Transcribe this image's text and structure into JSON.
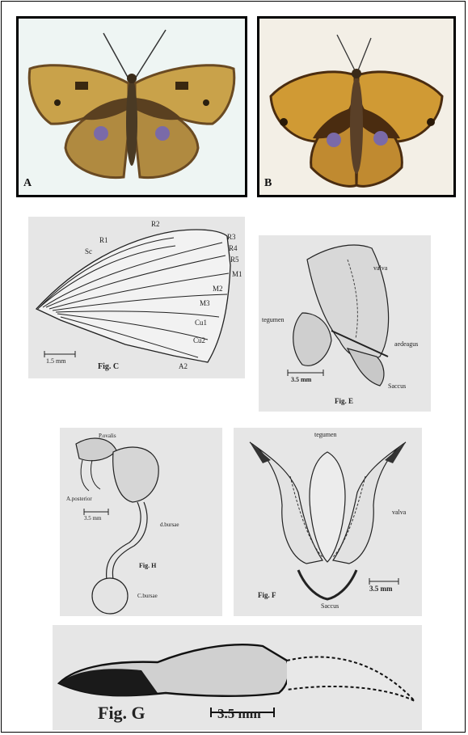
{
  "panels": {
    "A": {
      "label": "A"
    },
    "B": {
      "label": "B"
    },
    "C": {
      "caption": "Fig. C",
      "scale": "1.5 mm",
      "veins": [
        "R2",
        "R1",
        "Sc",
        "R3",
        "R4",
        "R5",
        "M1",
        "M2",
        "M3",
        "Cu1",
        "Cu2",
        "A2"
      ]
    },
    "E": {
      "caption": "Fig. E",
      "scale": "3.5 mm",
      "labels": {
        "valva": "valva",
        "tegumen": "tegumen",
        "aedeagus": "aedeagus",
        "saccus": "Saccus"
      }
    },
    "H": {
      "caption": "Fig. H",
      "scale": "3.5 mm",
      "labels": {
        "p_ovalis": "P.ovalis",
        "a_posterior": "A.posterior",
        "d_bursae": "d.bursae",
        "c_bursae": "C.bursae"
      }
    },
    "F": {
      "caption": "Fig. F",
      "scale": "3.5 mm",
      "labels": {
        "tegumen": "tegumen",
        "valva": "valva",
        "saccus": "Saccus"
      }
    },
    "G": {
      "caption": "Fig. G",
      "scale": "3.5 mm"
    }
  },
  "colors": {
    "wing_yellow": "#c9a24a",
    "wing_brown": "#5a4020",
    "photo_bg_a": "#eef5f3",
    "photo_bg_b": "#f3efe6",
    "panel_gray": "#e6e6e6",
    "eyespot": "#7a6aa8"
  }
}
